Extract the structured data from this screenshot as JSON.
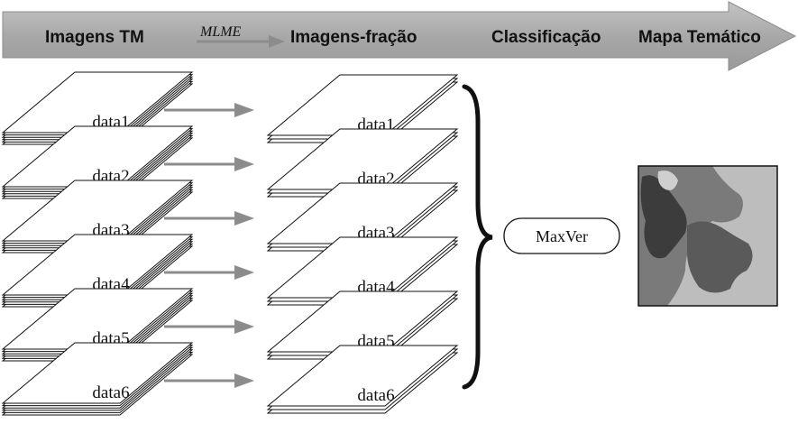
{
  "header": {
    "stages": [
      "Imagens TM",
      "Imagens-fração",
      "Classificação",
      "Mapa Temático"
    ],
    "transform_label": "MLME",
    "arrow_color": "#a6a6a6"
  },
  "input_stack": {
    "labels": [
      "data1",
      "data2",
      "data3",
      "data4",
      "data5",
      "data6"
    ],
    "layers_per_block": 6
  },
  "fraction_stack": {
    "labels": [
      "data1",
      "data2",
      "data3",
      "data4",
      "data5",
      "data6"
    ],
    "layers_per_block": 3
  },
  "classifier": {
    "label": "MaxVer"
  },
  "map": {
    "colors": [
      "#bdbdbd",
      "#7a7a7a",
      "#5a5a5a",
      "#3c3c3c",
      "#cfcfcf"
    ]
  },
  "connector_arrow_color": "#8c8c8c"
}
